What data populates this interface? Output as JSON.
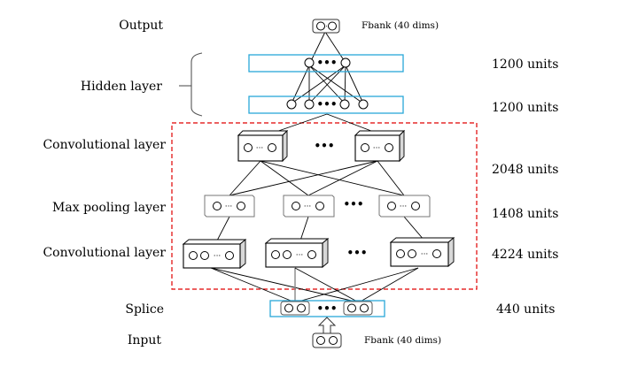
{
  "left_labels": {
    "output": "Output",
    "hidden": "Hidden layer",
    "conv_top": "Convolutional layer",
    "maxpool": "Max pooling layer",
    "conv_bottom": "Convolutional layer",
    "splice": "Splice",
    "input": "Input"
  },
  "right_labels": {
    "hidden_top": "1200 units",
    "hidden_bottom": "1200 units",
    "conv_top": "2048 units",
    "maxpool": "1408 units",
    "conv_bottom": "4224 units",
    "splice": "440 units"
  },
  "annotations": {
    "output_feature": "Fbank (40 dims)",
    "input_feature": "Fbank (40 dims)"
  },
  "ellipsis": "•••",
  "mini_ellipsis": "···",
  "colors": {
    "layer_band": "#28a8d8",
    "cnn_region": "#e00000",
    "box_side": "#d8d8d8"
  }
}
